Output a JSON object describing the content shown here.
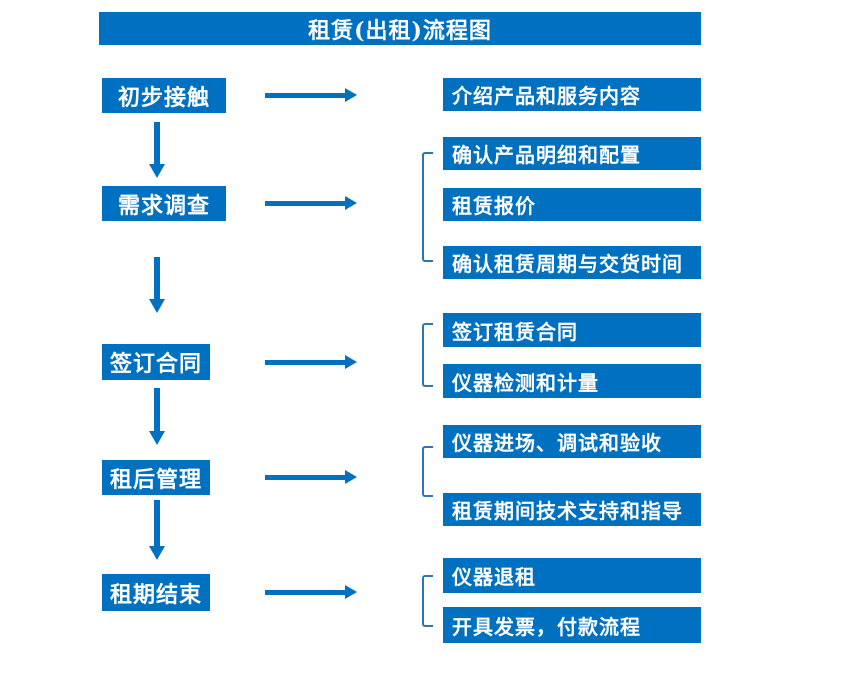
{
  "title": "租赁(出租)流程图",
  "colors": {
    "primary": "#0070C0",
    "connector": "#2E75B6",
    "text_on_blue": "#FFFFFF",
    "background": "#FFFFFF"
  },
  "rows": [
    {
      "stage": "初步接触",
      "outputs": [
        "介绍产品和服务内容"
      ]
    },
    {
      "stage": "需求调查",
      "outputs": [
        "确认产品明细和配置",
        "租赁报价",
        "确认租赁周期与交货时间"
      ]
    },
    {
      "stage": "签订合同",
      "outputs": [
        "签订租赁合同",
        "仪器检测和计量"
      ]
    },
    {
      "stage": "租后管理",
      "outputs": [
        "仪器进场、调试和验收",
        "租赁期间技术支持和指导"
      ]
    },
    {
      "stage": "租期结束",
      "outputs": [
        "仪器退租",
        "开具发票，付款流程"
      ]
    }
  ]
}
